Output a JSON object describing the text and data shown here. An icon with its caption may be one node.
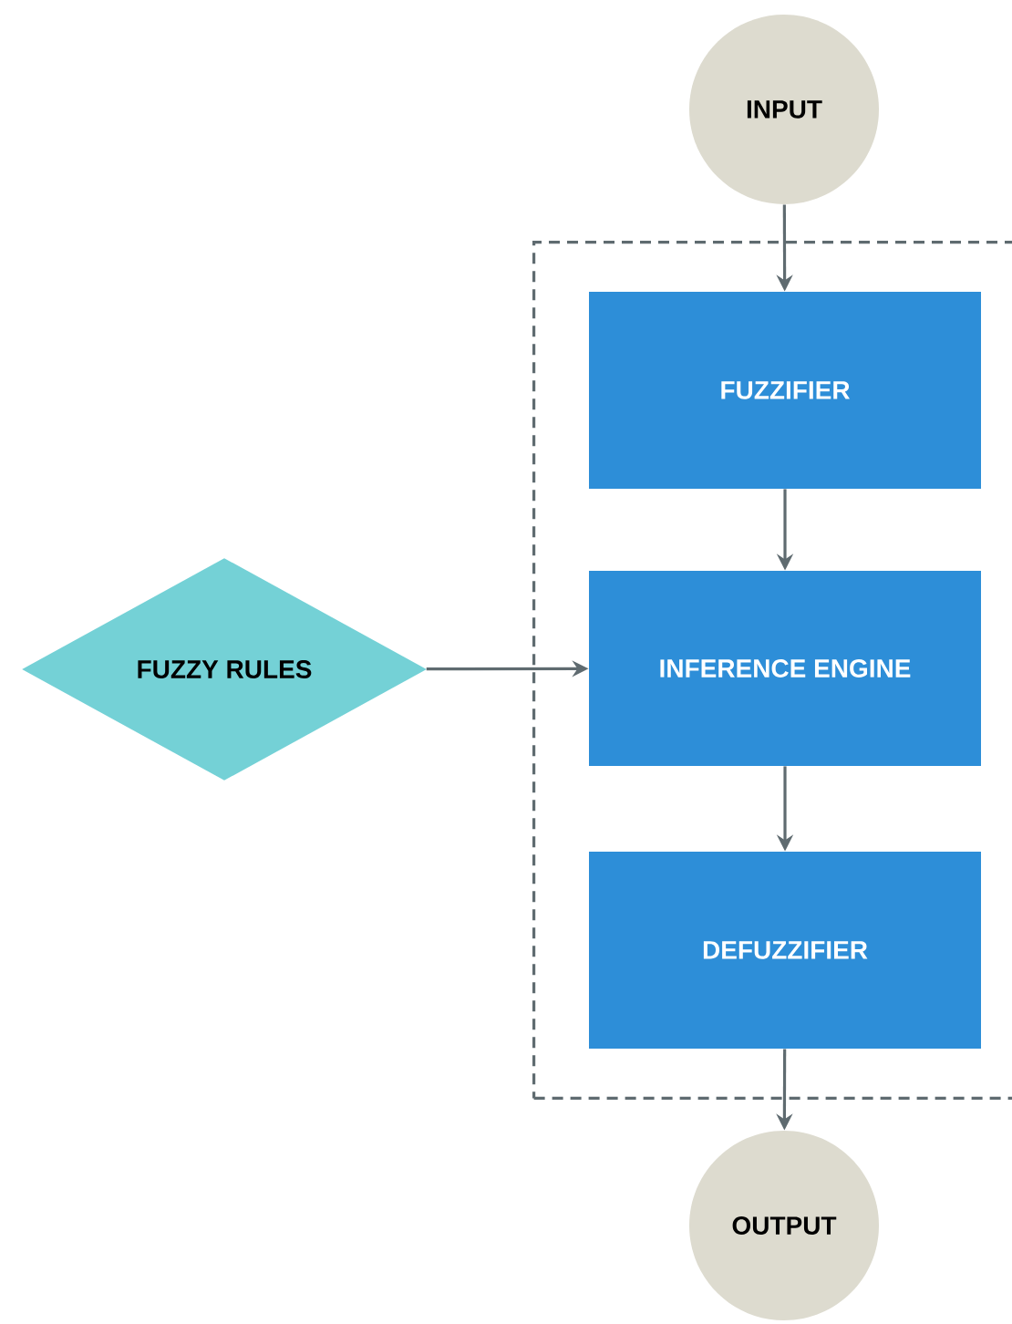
{
  "diagram": {
    "nodes": [
      {
        "text": [
          "INPUT"
        ]
      },
      {
        "text": [],
        "shape": "box"
      },
      {
        "text": [
          "FUZZIFIER"
        ],
        "in": 1
      },
      {
        "text": [
          "FUZZY RULES"
        ]
      },
      {
        "text": [
          "INFERENCE ENGINE"
        ],
        "in": 1
      },
      {
        "text": [
          "DEFUZZIFIER"
        ],
        "in": 1
      },
      {
        "text": [
          "OUTPUT"
        ]
      }
    ],
    "edges": [
      {
        "from": 0,
        "to": 2,
        "arrow": "to"
      },
      {
        "from": 2,
        "to": 4,
        "arrow": "to"
      },
      {
        "from": 3,
        "to": 4,
        "arrow": "to"
      },
      {
        "from": 4,
        "to": 5,
        "arrow": "to"
      },
      {
        "from": 5,
        "to": 6,
        "arrow": "to"
      }
    ]
  }
}
